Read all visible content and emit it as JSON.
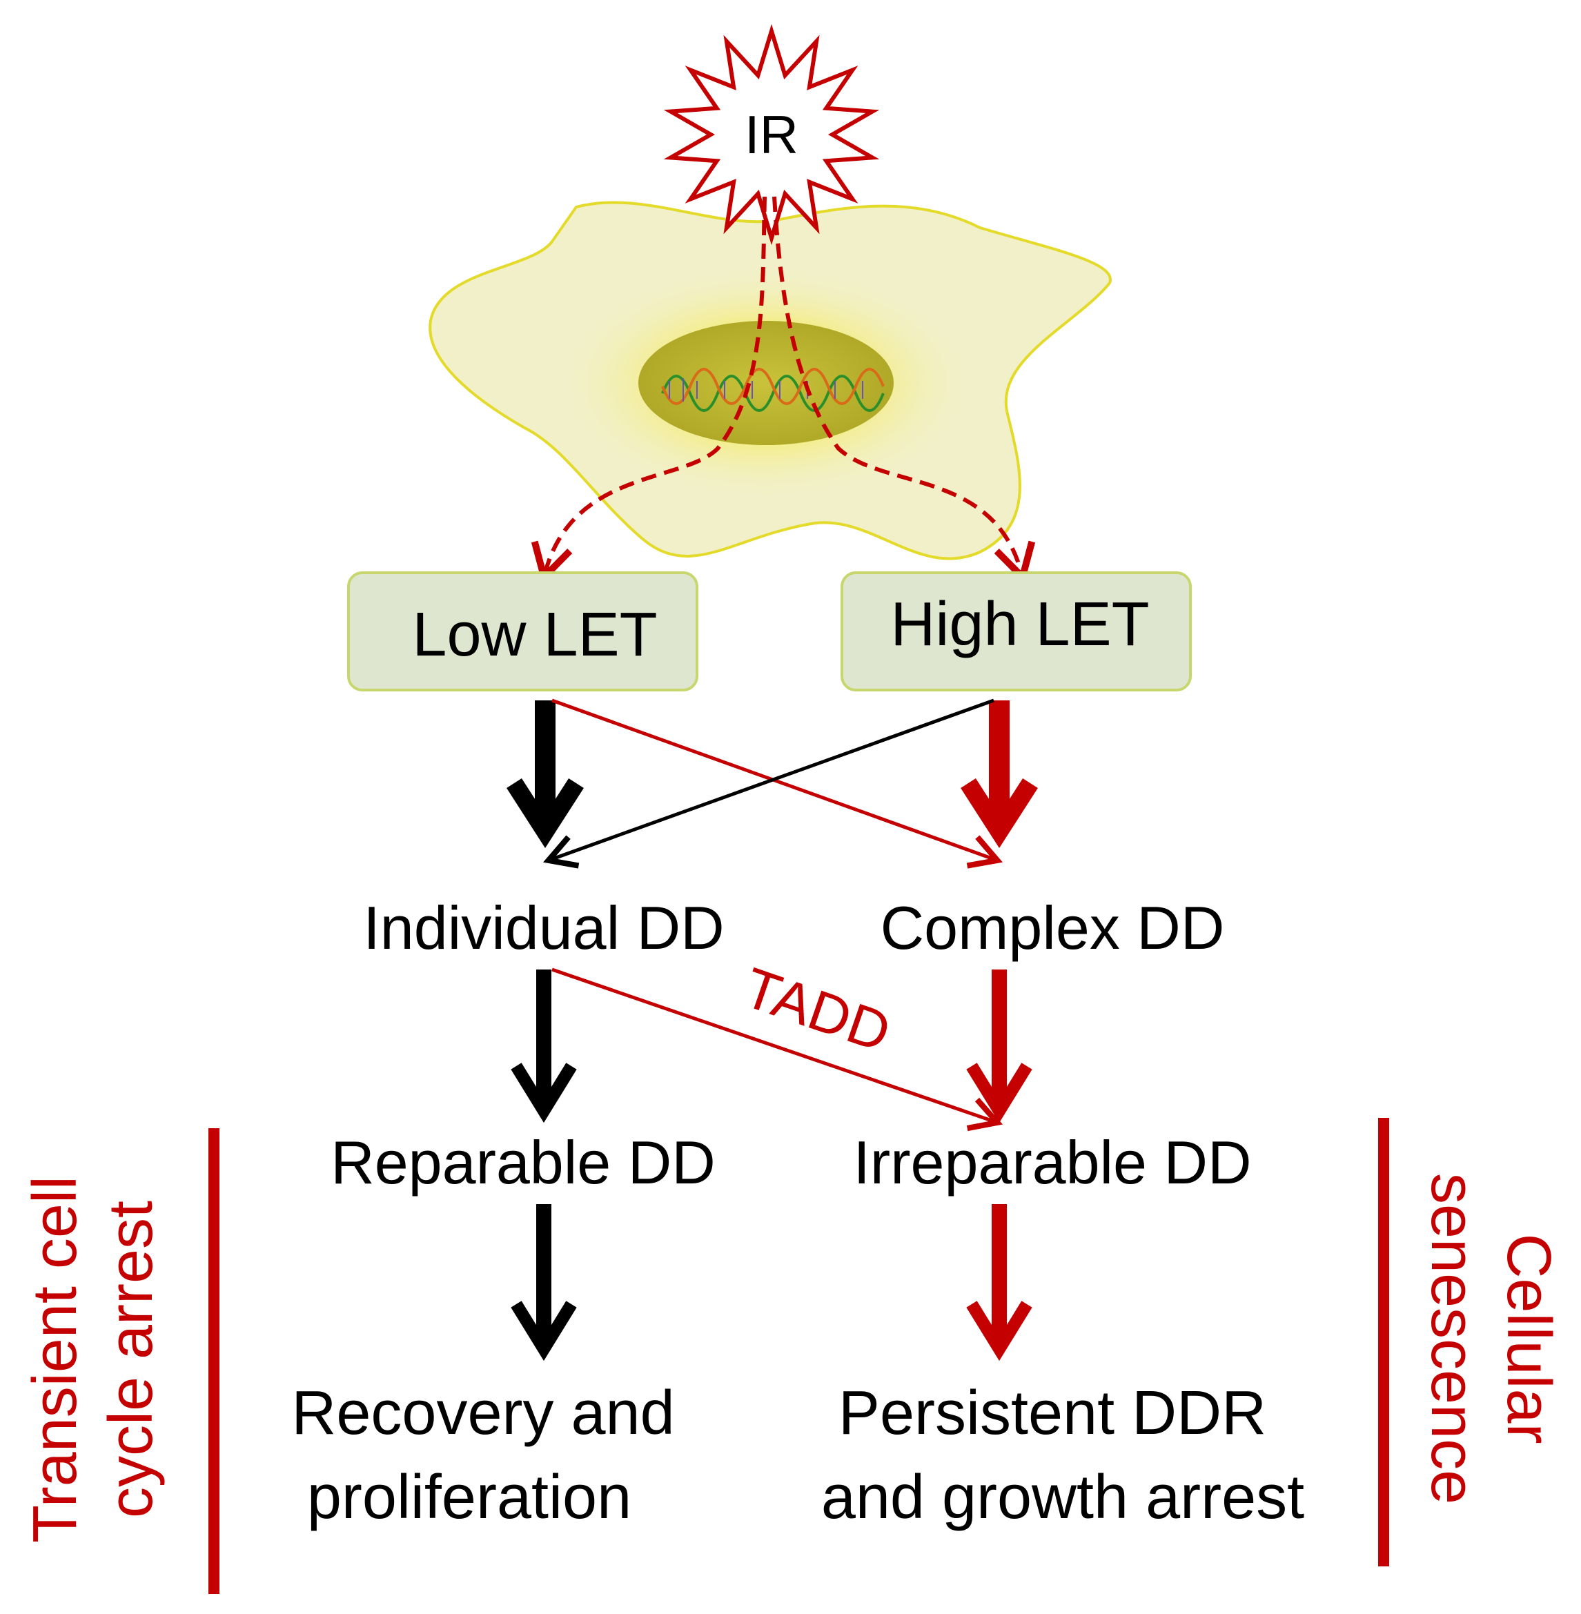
{
  "source": "IR",
  "categories": {
    "low": "Low LET",
    "high": "High LET"
  },
  "damage": {
    "individual": "Individual DD",
    "complex": "Complex DD"
  },
  "pathway_label": "TADD",
  "repair": {
    "reparable": "Reparable DD",
    "irreparable": "Irreparable DD"
  },
  "outcomes": {
    "left_line1": "Recovery and",
    "left_line2": "proliferation",
    "right_line1": "Persistent DDR",
    "right_line2": "and growth arrest"
  },
  "side_labels": {
    "left_line1": "Transient cell",
    "left_line2": "cycle arrest",
    "right_line1": "Cellular",
    "right_line2": "senescence"
  },
  "colors": {
    "red": "#c40000",
    "black": "#000000",
    "cell_fill": "#f2f0c8",
    "cell_stroke": "#e3da2a",
    "box_fill": "#dfe6cf",
    "box_stroke": "#c8d66e"
  }
}
